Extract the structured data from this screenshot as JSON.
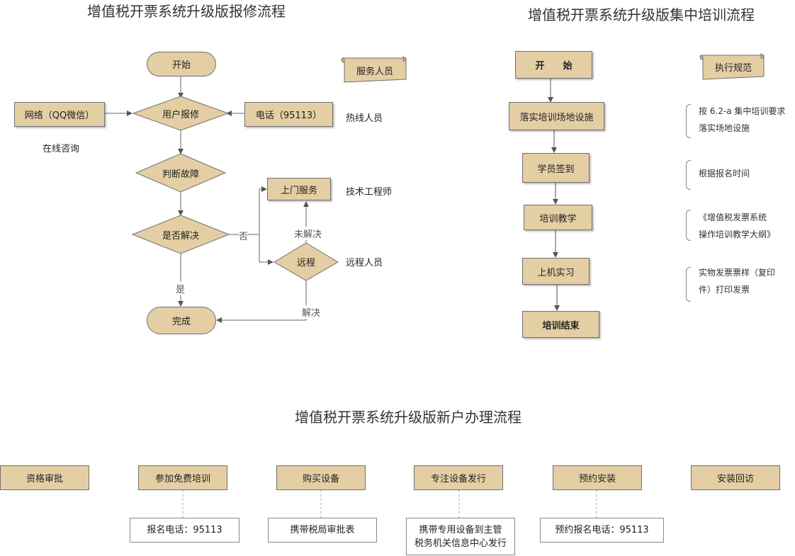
{
  "flow1": {
    "title": "增值税开票系统升级版报修流程",
    "start": "开始",
    "user_report": "用户报修",
    "network": "网络（QQ微信）",
    "phone": "电话（95113）",
    "hotline_staff": "热线人员",
    "online_consult": "在线咨询",
    "service_staff": "服务人员",
    "diagnose": "判断故障",
    "resolved_q": "是否解决",
    "no": "否",
    "yes": "是",
    "onsite": "上门服务",
    "tech_engineer": "技术工程师",
    "unresolved": "未解决",
    "remote": "远程",
    "remote_staff": "远程人员",
    "resolved": "解决",
    "complete": "完成"
  },
  "flow2": {
    "title": "增值税开票系统升级版集中培训流程",
    "start": "开　　始",
    "venue": "落实培训场地设施",
    "sign_in": "学员签到",
    "teaching": "培训教学",
    "practice": "上机实习",
    "end": "培训结束",
    "spec": "执行规范",
    "notes": [
      {
        "line1": "按 6.2-a 集中培训要求",
        "line2": "落实场地设施"
      },
      {
        "line1": "根据报名时间",
        "line2": ""
      },
      {
        "line1": "《增值税发票系统",
        "line2": "操作培训教学大纲》"
      },
      {
        "line1": "实物发票票样（复印",
        "line2": "件）打印发票"
      }
    ]
  },
  "flow3": {
    "title": "增值税开票系统升级版新户办理流程",
    "steps": [
      "资格审批",
      "参加免费培训",
      "购买设备",
      "专注设备发行",
      "预约安装",
      "安装回访"
    ],
    "details": [
      {
        "line1": "报名电话：95113",
        "line2": ""
      },
      {
        "line1": "携带税局审批表",
        "line2": ""
      },
      {
        "line1": "携带专用设备到主管",
        "line2": "税务机关信息中心发行"
      },
      {
        "line1": "预约报名电话：95113",
        "line2": ""
      }
    ]
  },
  "colors": {
    "node_fill": "#e4cea3",
    "node_border": "#6f6f6f",
    "connector": "#555555"
  }
}
